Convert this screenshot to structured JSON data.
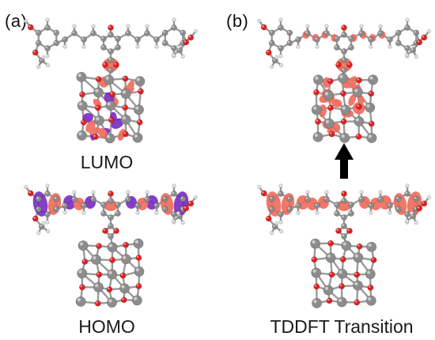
{
  "panels": [
    {
      "id": "a",
      "label": "(a)",
      "orbitals": [
        {
          "name": "LUMO",
          "caption": "LUMO"
        },
        {
          "name": "HOMO",
          "caption": "HOMO"
        }
      ]
    },
    {
      "id": "b",
      "label": "(b)",
      "caption": "TDDFT Transition"
    }
  ],
  "colors": {
    "carbon": "#8c8c8c",
    "bond": "#9a9a9a",
    "oxygen": "#e02020",
    "hydrogen": "#dcdcdc",
    "lobe_positive": "#ef6d5e",
    "lobe_negative": "#7a2ec4",
    "arrow": "#000000"
  },
  "icons": {
    "transition_arrow": "arrow-up-icon"
  }
}
